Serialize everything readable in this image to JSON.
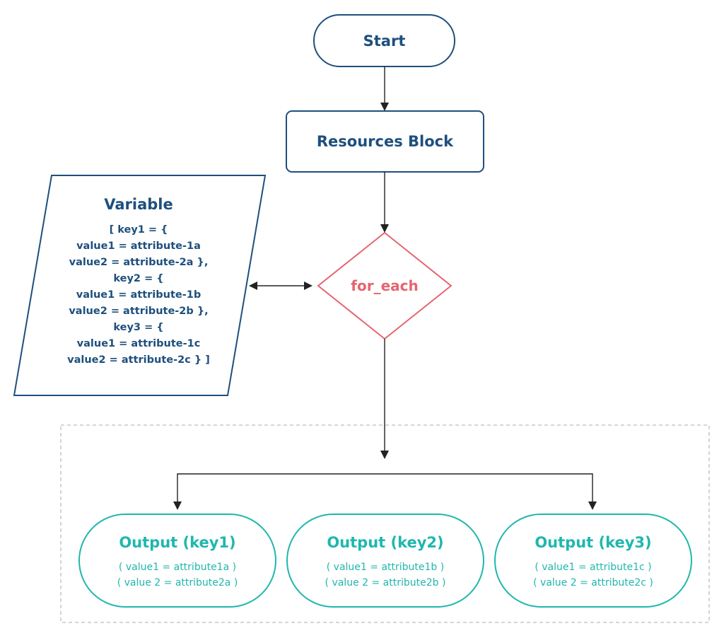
{
  "colors": {
    "navy": "#1e4f7d",
    "red": "#e56570",
    "teal": "#1fb7ae",
    "arrow": "#222222",
    "dashed_border": "#bdbdbd"
  },
  "nodes": {
    "start": {
      "label": "Start"
    },
    "resources_block": {
      "label": "Resources Block"
    },
    "for_each": {
      "label": "for_each"
    },
    "variable": {
      "title": "Variable",
      "lines": [
        "[ key1 = {",
        "value1 = attribute-1a",
        "value2 = attribute-2a },",
        "key2 = {",
        "value1 = attribute-1b",
        "value2 = attribute-2b },",
        "key3 = {",
        "value1 = attribute-1c",
        "value2 = attribute-2c } ]"
      ]
    },
    "outputs": [
      {
        "title": "Output (key1)",
        "line1": "( value1 = attribute1a )",
        "line2": "( value 2 = attribute2a )"
      },
      {
        "title": "Output (key2)",
        "line1": "( value1 = attribute1b )",
        "line2": "( value 2 = attribute2b )"
      },
      {
        "title": "Output (key3)",
        "line1": "( value1 = attribute1c )",
        "line2": "( value 2 = attribute2c )"
      }
    ]
  }
}
